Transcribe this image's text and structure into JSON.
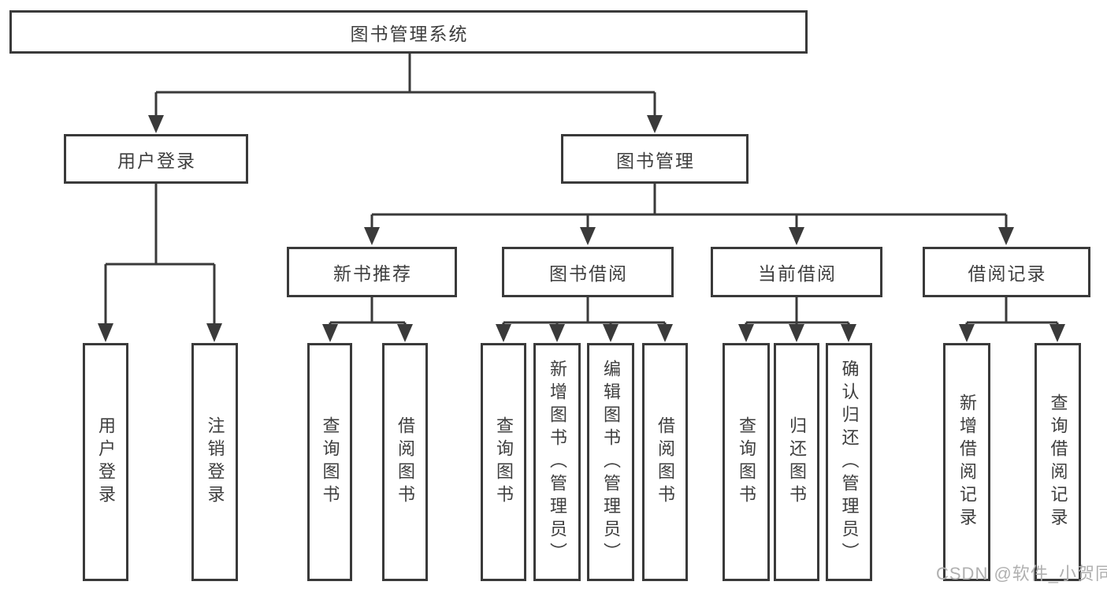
{
  "tree": {
    "root": {
      "label": "图书管理系统"
    },
    "branches": [
      {
        "label": "用户登录",
        "children": [
          {
            "label": "用户登录"
          },
          {
            "label": "注销登录"
          }
        ]
      },
      {
        "label": "图书管理",
        "children": [
          {
            "label": "新书推荐",
            "children": [
              {
                "label": "查询图书"
              },
              {
                "label": "借阅图书"
              }
            ]
          },
          {
            "label": "图书借阅",
            "children": [
              {
                "label": "查询图书"
              },
              {
                "label": "新增图书（管理员）"
              },
              {
                "label": "编辑图书（管理员）"
              },
              {
                "label": "借阅图书"
              }
            ]
          },
          {
            "label": "当前借阅",
            "children": [
              {
                "label": "查询图书"
              },
              {
                "label": "归还图书"
              },
              {
                "label": "确认归还（管理员）"
              }
            ]
          },
          {
            "label": "借阅记录",
            "children": [
              {
                "label": "新增借阅记录"
              },
              {
                "label": "查询借阅记录"
              }
            ]
          }
        ]
      }
    ]
  },
  "watermark": "CSDN @软件_小贺同学",
  "colors": {
    "line": "#3a3a3a",
    "text": "#3e3e3e",
    "watermark": "#b0b0b0",
    "background": "#ffffff"
  }
}
